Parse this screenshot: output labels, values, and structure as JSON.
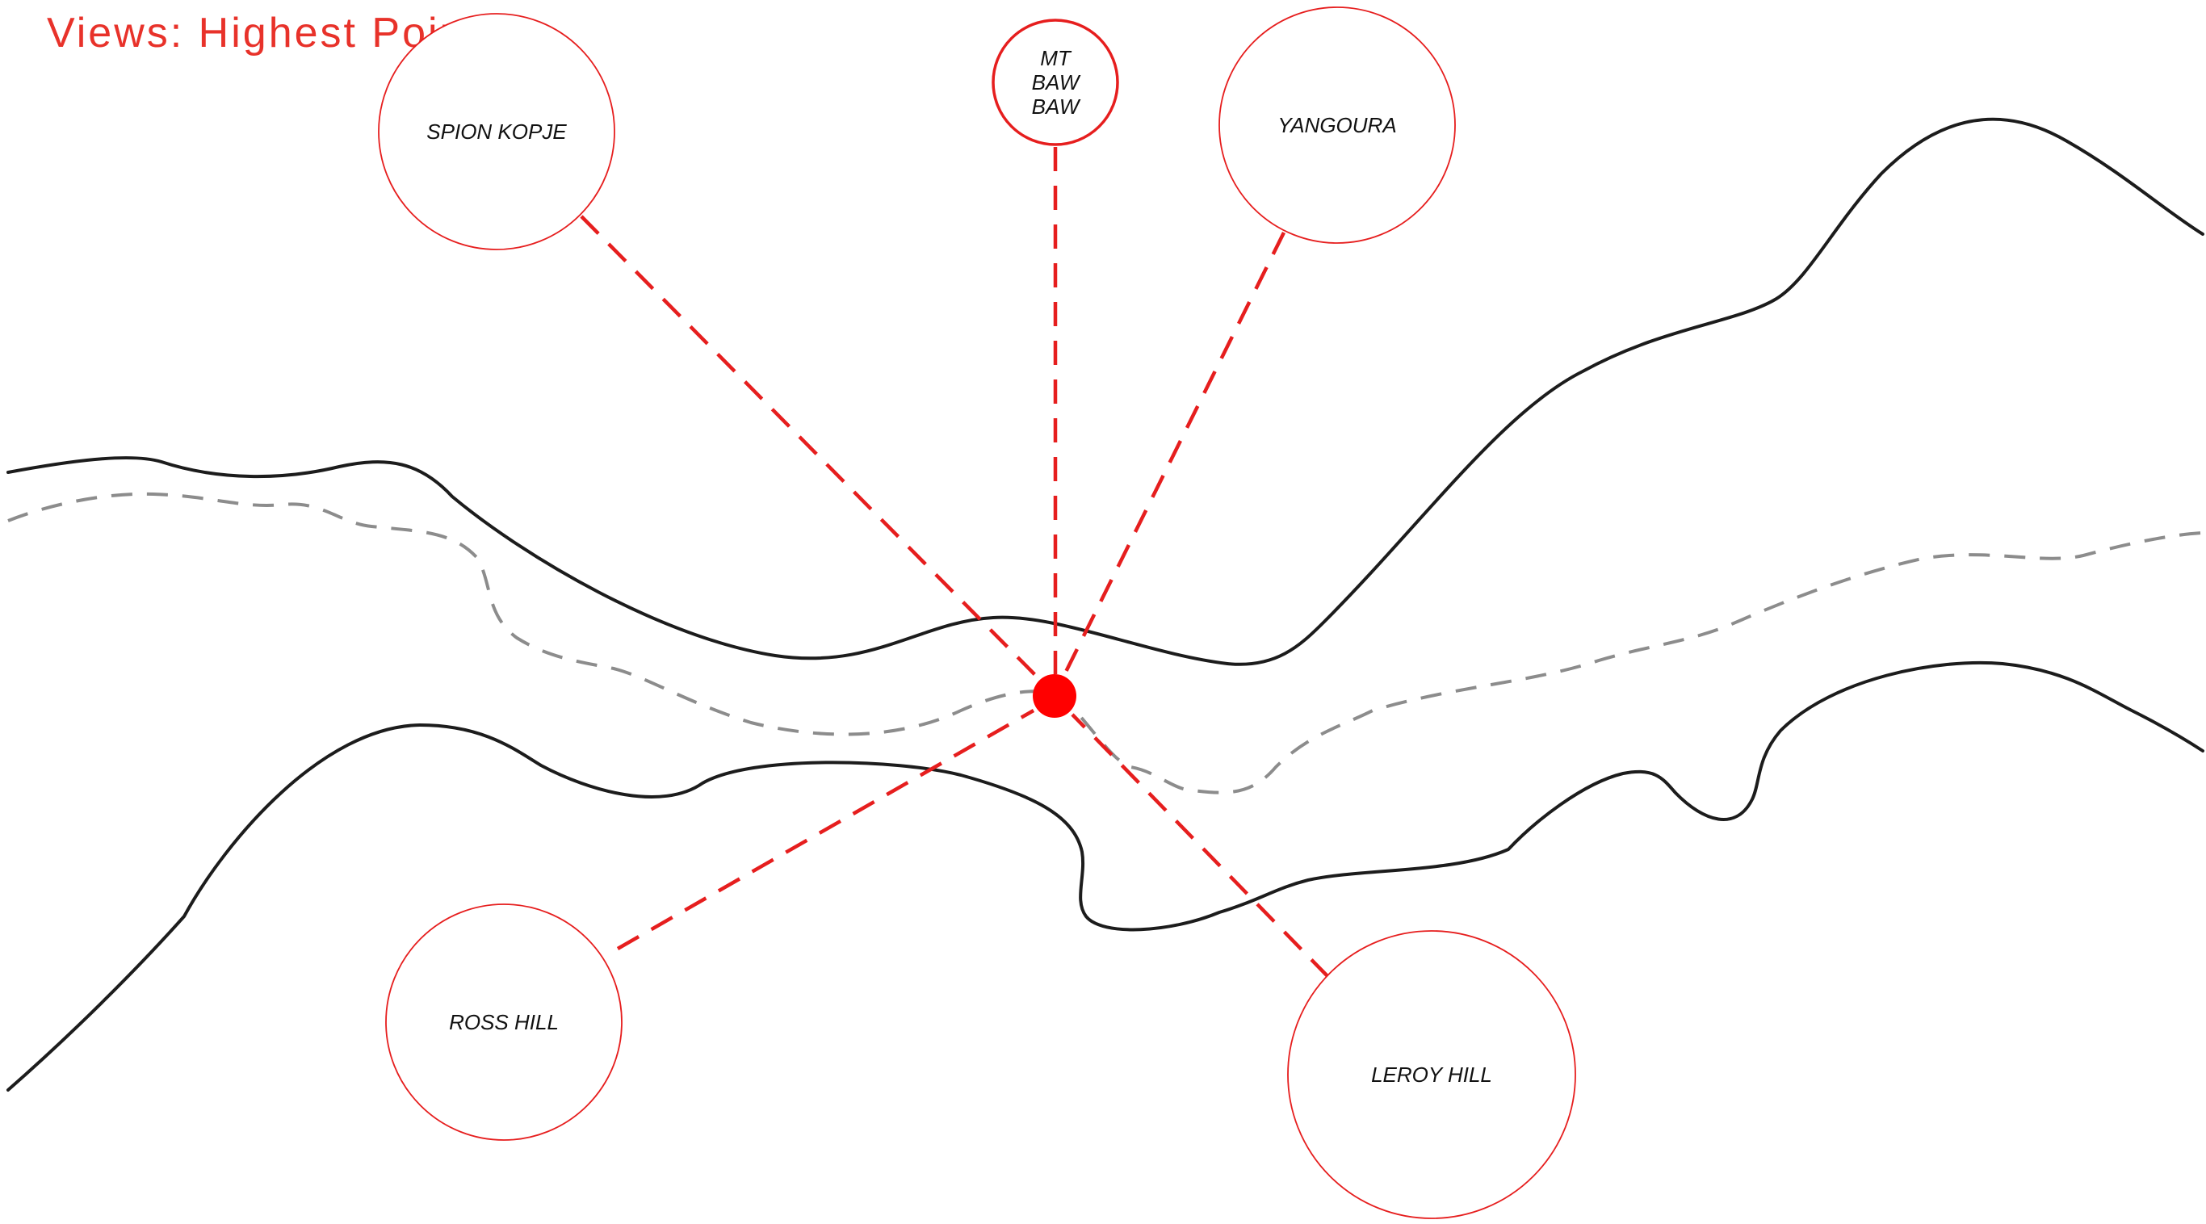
{
  "title": "Views:  Highest Points",
  "colors": {
    "accent": "#e8322a",
    "view_line": "#e61e1e",
    "center_point": "#ff0000",
    "terrain": "#1c1c1c",
    "path": "#8c8c8c",
    "label": "#111111"
  },
  "viewpoints": [
    {
      "id": "spion-kopje",
      "label_lines": [
        "SPION KOPJE"
      ]
    },
    {
      "id": "mt-baw-baw",
      "label_lines": [
        "MT",
        "BAW",
        "BAW"
      ]
    },
    {
      "id": "yangoura",
      "label_lines": [
        "YANGOURA"
      ]
    },
    {
      "id": "ross-hill",
      "label_lines": [
        "ROSS HILL"
      ]
    },
    {
      "id": "leroy-hill",
      "label_lines": [
        "LEROY HILL"
      ]
    }
  ]
}
